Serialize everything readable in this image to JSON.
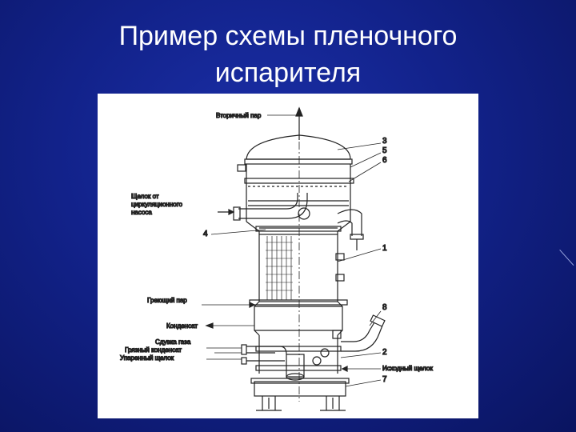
{
  "slide": {
    "title_line1": "Пример схемы пленочного",
    "title_line2": "испарителя"
  },
  "diagram": {
    "labels": {
      "secondary_steam": "Вторичный пар",
      "liquor_from_pump_1": "Щелок от",
      "liquor_from_pump_2": "циркуляционного",
      "liquor_from_pump_3": "насоса",
      "heating_steam": "Греющий пар",
      "condensate": "Конденсат",
      "gas_purge": "Сдувка газа",
      "dirty_condensate": "Грязный конденсат",
      "evaporated_liquor": "Упаренный щелок",
      "initial_liquor": "Исходный щелок"
    },
    "numbers": {
      "n3": "3",
      "n5": "5",
      "n6": "6",
      "n4": "4",
      "n1": "1",
      "n8": "8",
      "n2": "2",
      "n7": "7"
    }
  }
}
